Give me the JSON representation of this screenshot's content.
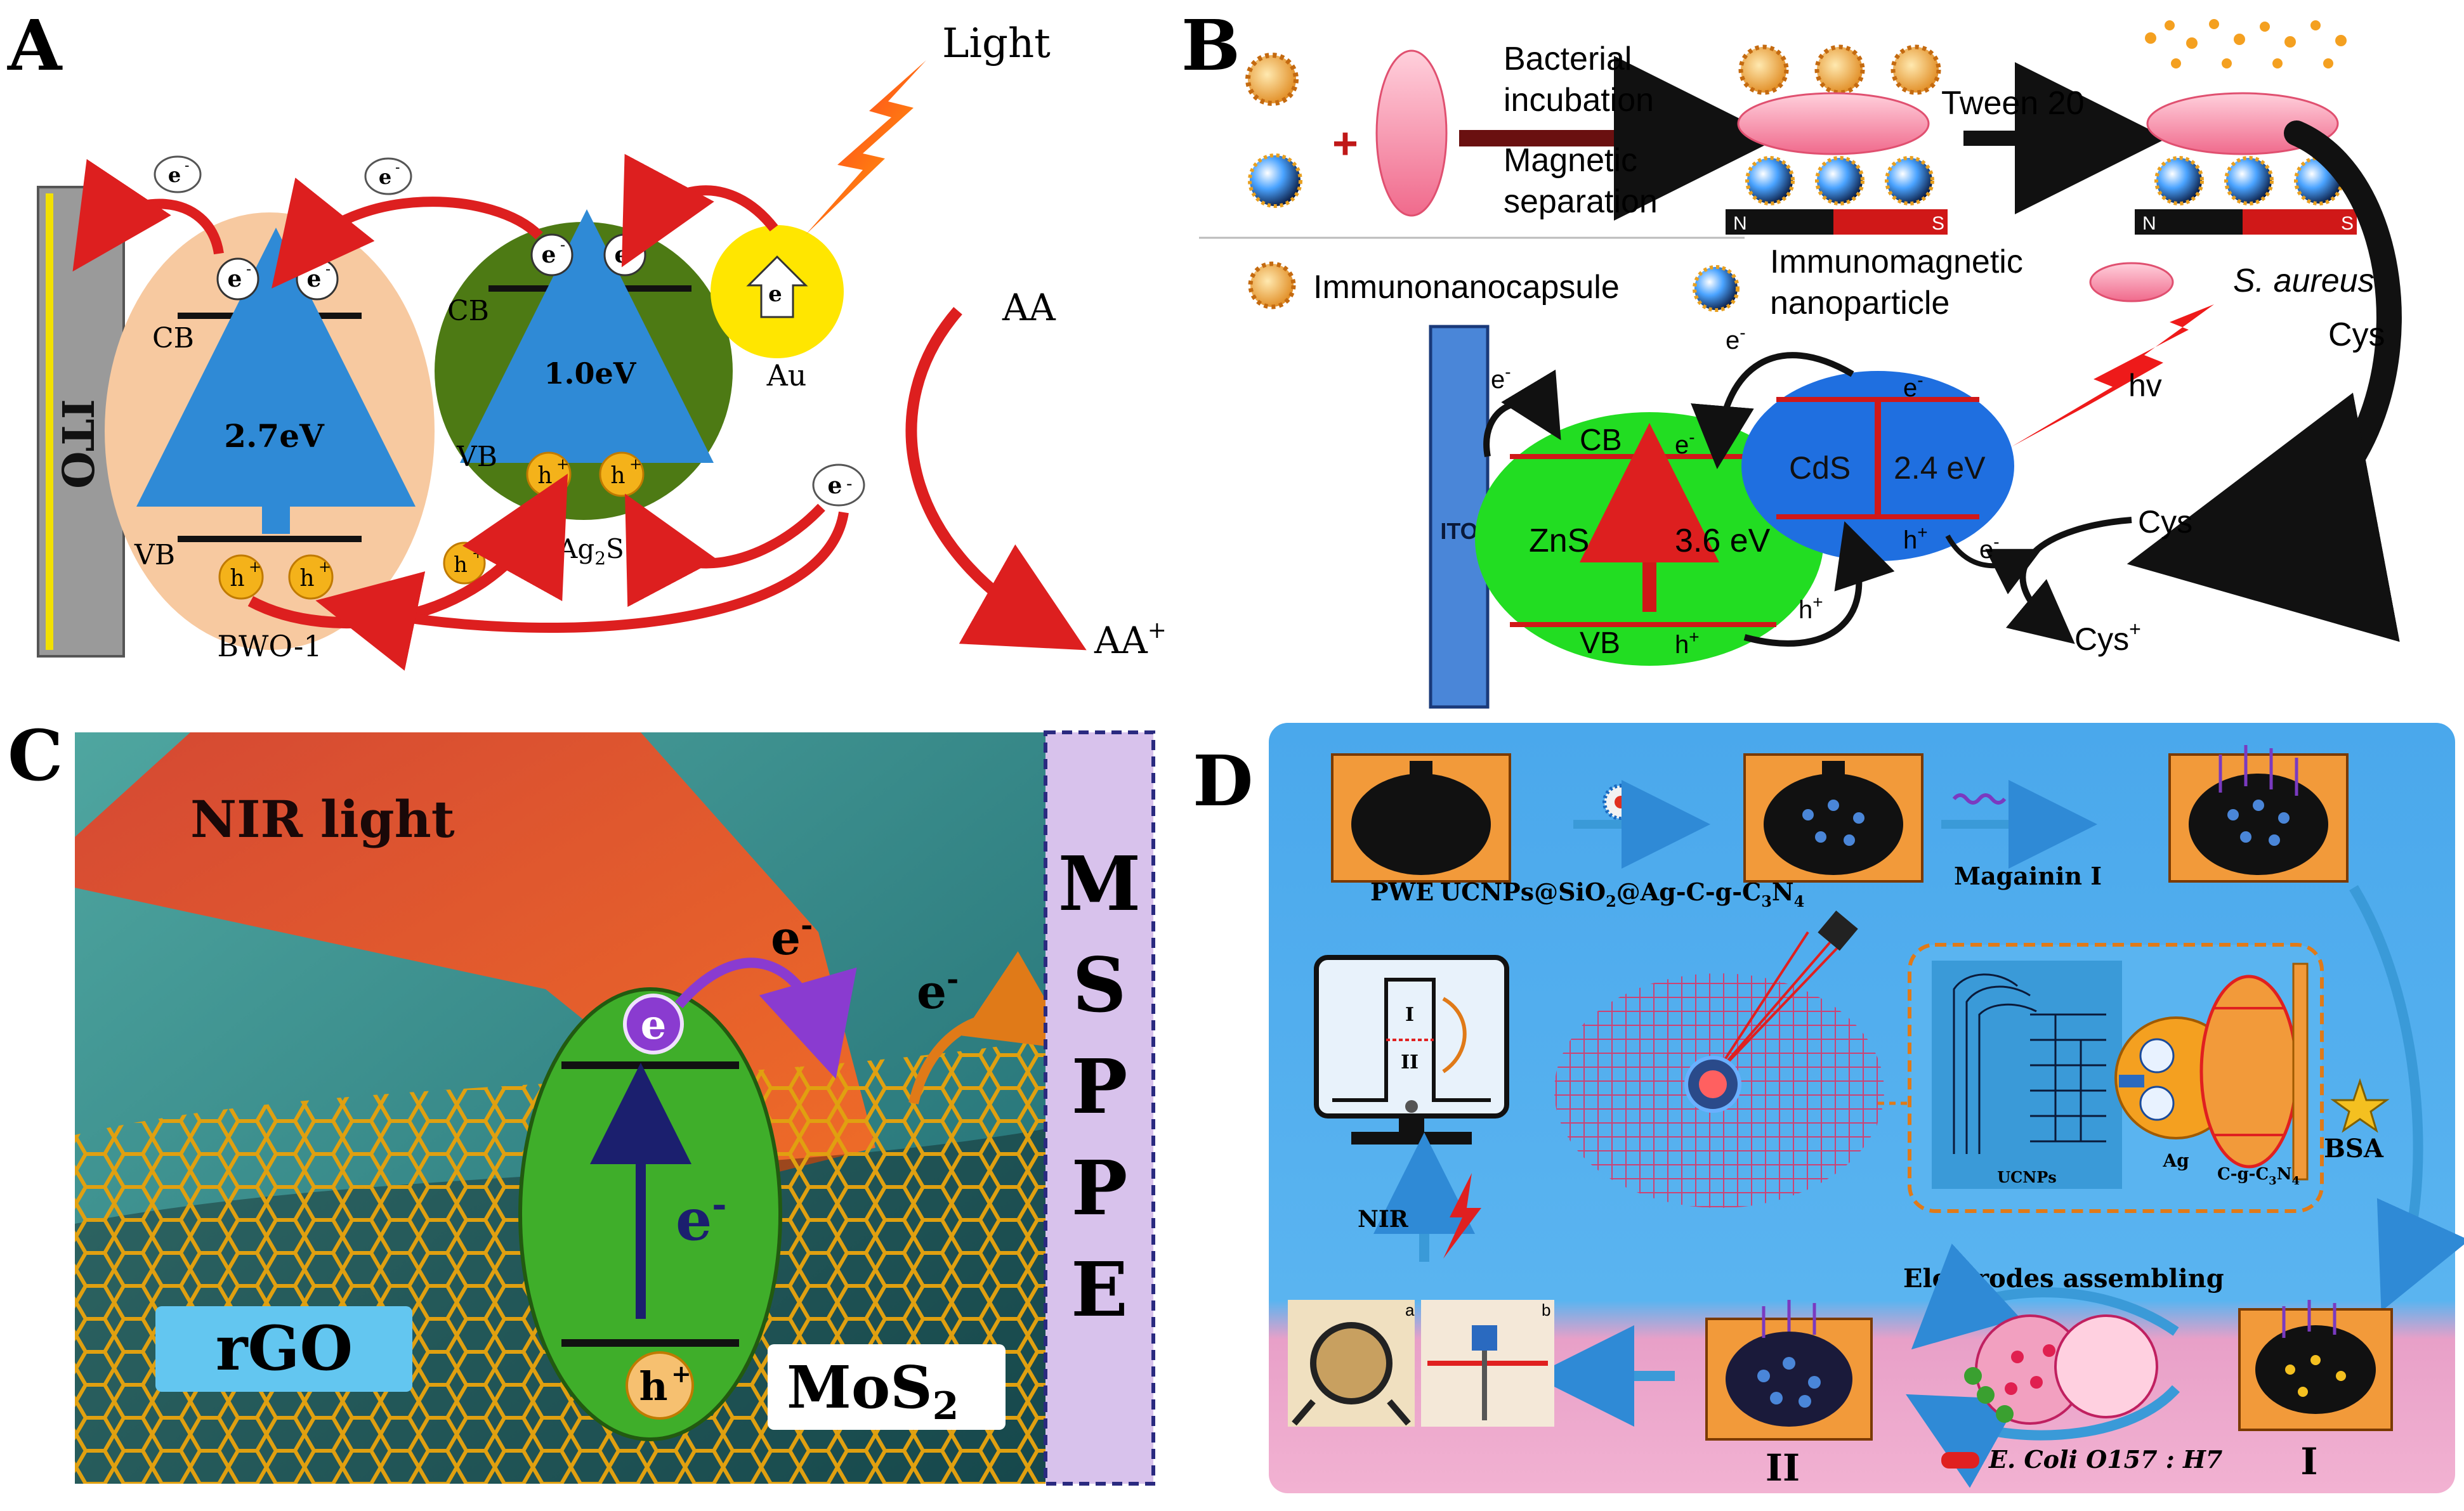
{
  "panels": {
    "A": {
      "letter": "A",
      "electrode": "ITO",
      "light": "Light",
      "electron": "e",
      "electron_sup": "-",
      "hole": "h",
      "hole_sup": "+",
      "cb": "CB",
      "vb": "VB",
      "bwo_gap": "2.7eV",
      "ag2s_gap": "1.0eV",
      "au": "Au",
      "ag2s_main": "Ag",
      "ag2s_sub": "2",
      "ag2s_tail": "S",
      "bwo": "BWO-1",
      "donor": "AA",
      "donor_ox": "AA",
      "donor_ox_sup": "+"
    },
    "B": {
      "letter": "B",
      "step1_line1": "Bacterial",
      "step1_line2": "incubation",
      "step2_line1": "Magnetic",
      "step2_line2": "separation",
      "step3": "Tween 20",
      "legend_capsule": "Immunonanocapsule",
      "legend_magnetic_line1": "Immunomagnetic",
      "legend_magnetic_line2": "nanoparticle",
      "legend_bacteria": "S. aureus",
      "cys": "Cys",
      "cys_ox": "Cys",
      "cys_ox_sup": "+",
      "hv": "hv",
      "electrode": "ITO",
      "zns": "ZnS",
      "zns_gap": "3.6 eV",
      "cds": "CdS",
      "cds_gap": "2.4 eV",
      "cb": "CB",
      "vb": "VB",
      "electron": "e",
      "electron_sup": "-",
      "hole": "h",
      "hole_sup": "+",
      "magnet_n": "N",
      "magnet_s": "S"
    },
    "C": {
      "letter": "C",
      "nir": "NIR light",
      "electrode_letters": [
        "M",
        "S",
        "P",
        "P",
        "E"
      ],
      "rgo": "rGO",
      "mos2_main": "MoS",
      "mos2_sub": "2",
      "electron": "e",
      "electron_sup": "-",
      "hole": "h",
      "hole_sup": "+"
    },
    "D": {
      "letter": "D",
      "pwe": "PWE",
      "ucnp_main": "UCNPs@SiO",
      "ucnp_sub1": "2",
      "ucnp_mid": "@Ag-C-g-C",
      "ucnp_sub2": "3",
      "ucnp_n": "N",
      "ucnp_sub3": "4",
      "magainin": "Magainin I",
      "bsa": "BSA",
      "nir": "NIR",
      "assembly": "Electrodes assembling",
      "ecoli": "E. Coli O157 : H7",
      "roman_2": "II",
      "roman_1": "I",
      "monitor_1": "I",
      "monitor_2": "II",
      "inset_ag": "Ag",
      "inset_ucnps": "UCNPs",
      "inset_cgcn": "C-g-C",
      "inset_cgcn_sub1": "3",
      "inset_cgcn_n": "N",
      "inset_cgcn_sub2": "4",
      "photo_a": "a",
      "photo_b": "b"
    }
  },
  "colors": {
    "red_arrow": "#dd1f1f",
    "bwo_fill": "#f7c9a0",
    "ag2s_fill": "#4d7a14",
    "au_fill": "#ffe600",
    "zns_fill": "#22dd22",
    "cds_fill": "#1f6fe0",
    "ito_blue": "#4a86d8",
    "blue_band": "#2f8ad6",
    "panel_c_green": "#3fae2a",
    "panel_d_bg": "#4aa6e8",
    "orange_pad": "#f29a3a"
  }
}
